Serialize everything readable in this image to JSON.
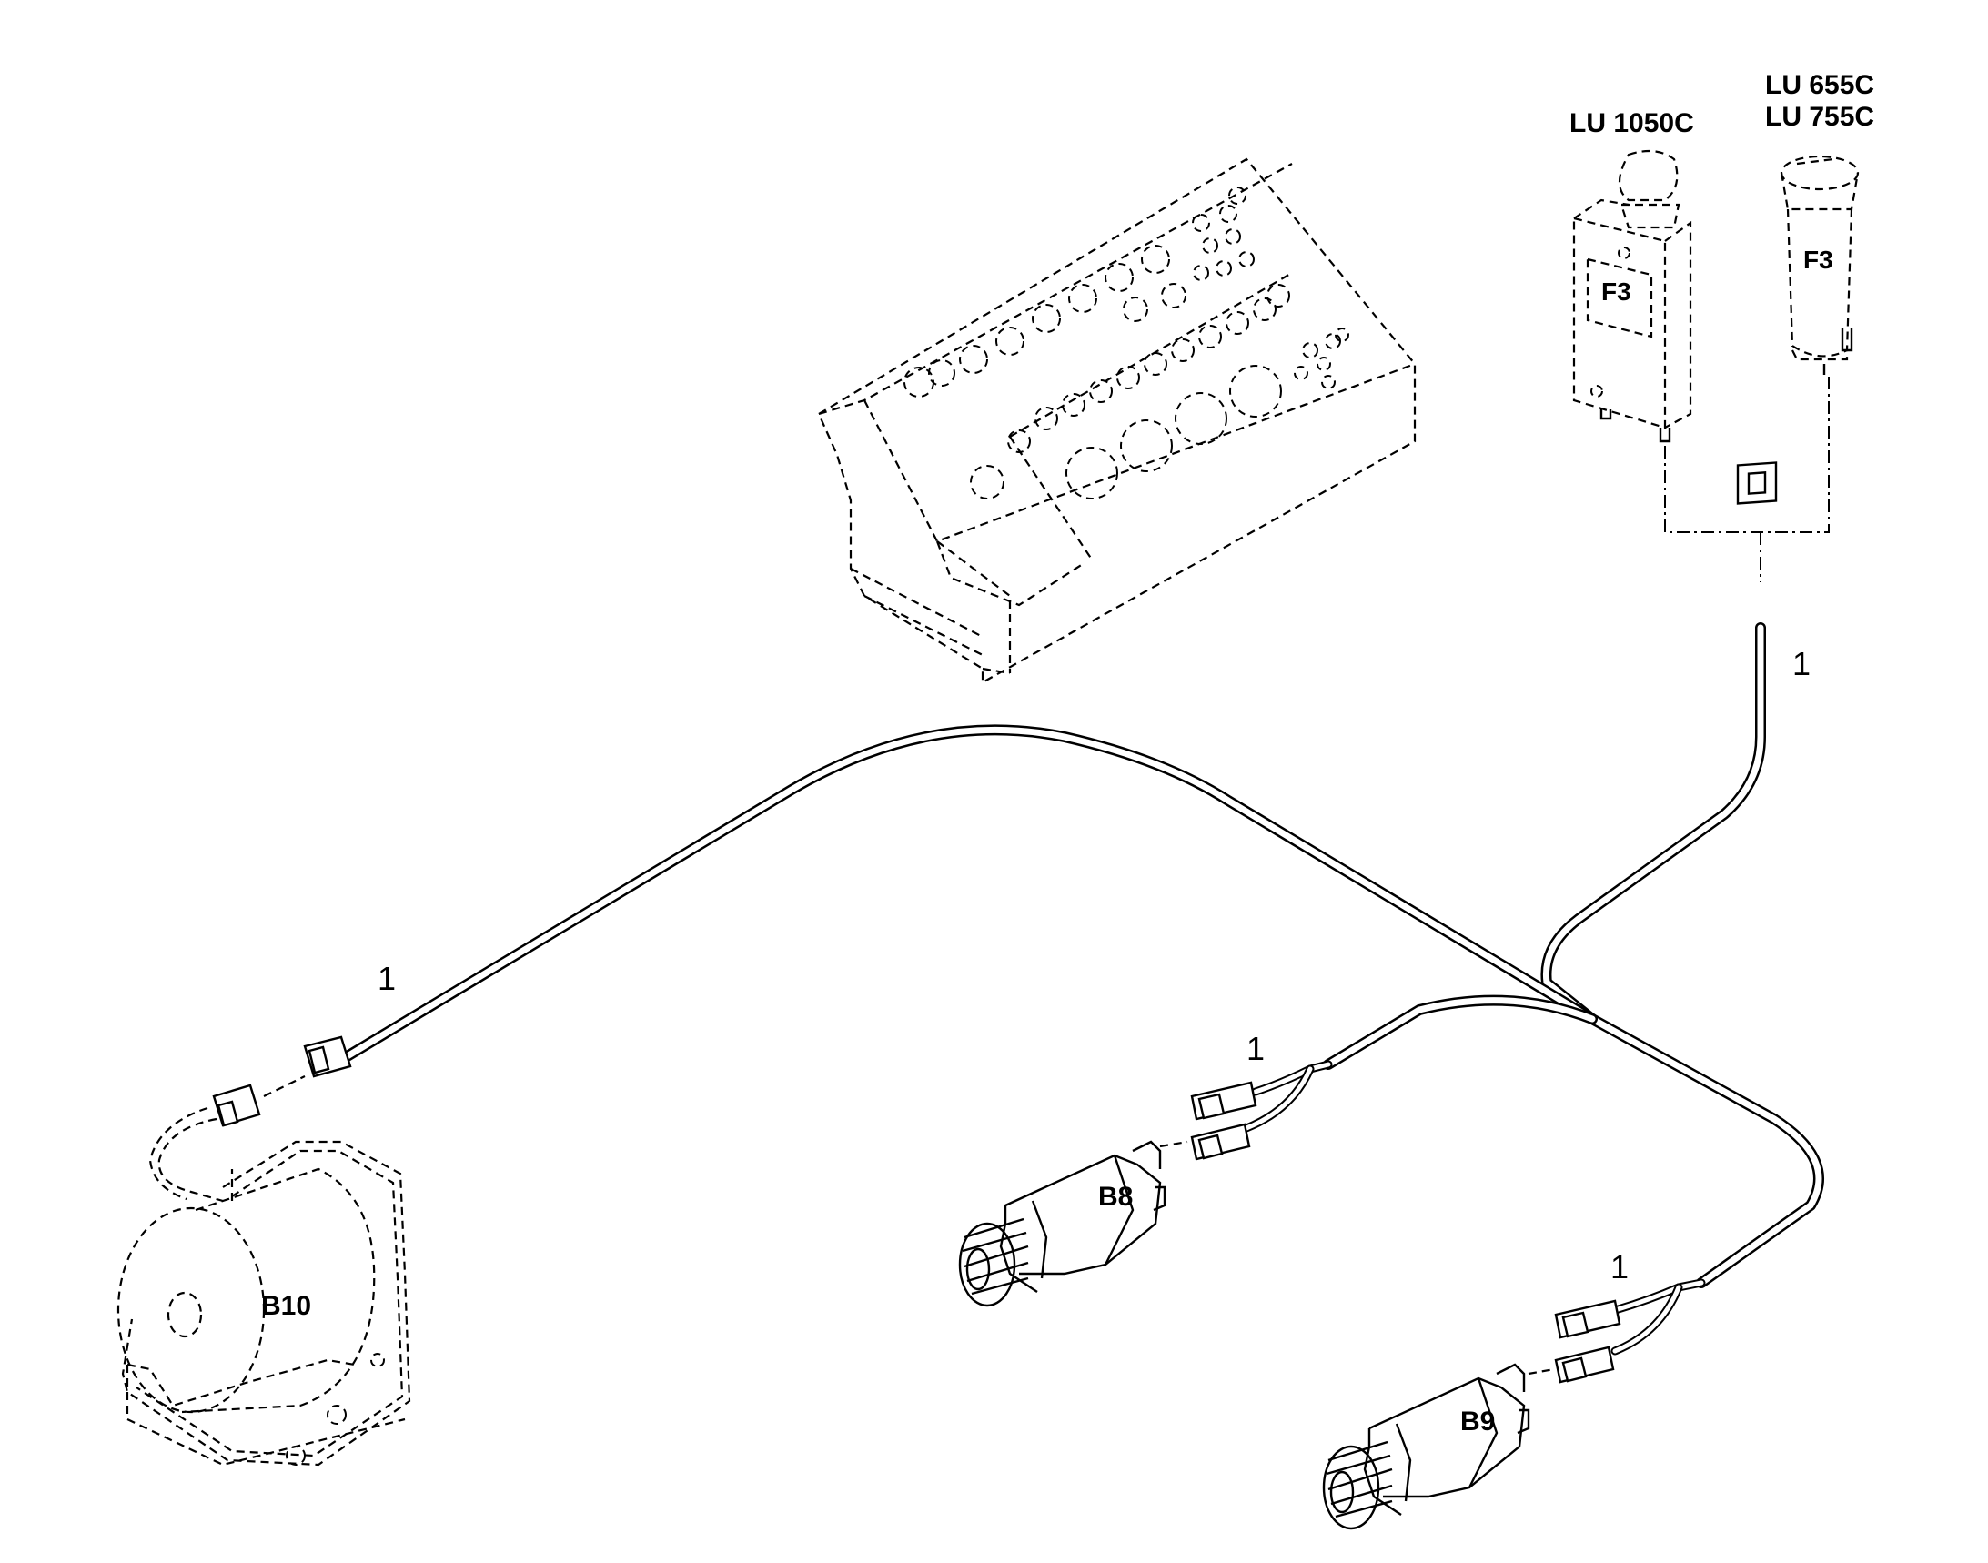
{
  "labels": {
    "variant_top_a": "LU 1050C",
    "variant_top_b_line1": "LU 655C",
    "variant_top_b_line2": "LU 755C",
    "fuse_left": "F3",
    "fuse_right": "F3",
    "buzzer": "B10",
    "sensor_b8": "B8",
    "sensor_b9": "B9"
  },
  "callouts": {
    "item_top_right": "1",
    "item_left": "1",
    "item_b8": "1",
    "item_b9": "1"
  }
}
